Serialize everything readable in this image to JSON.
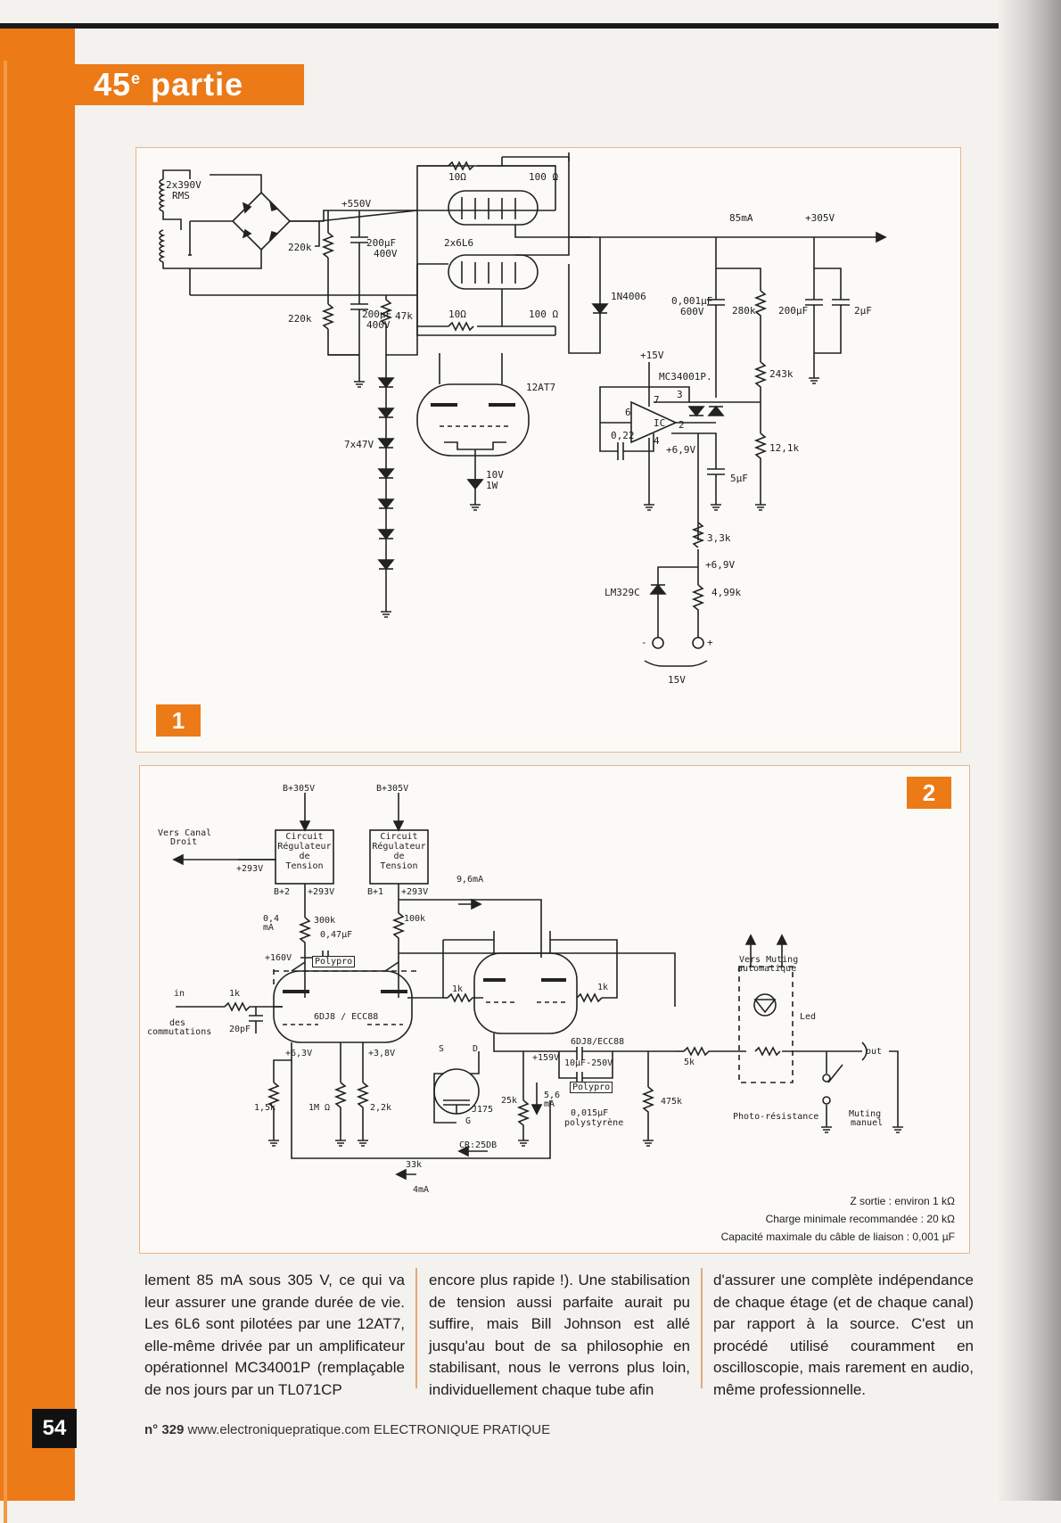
{
  "header": {
    "part_number": "45",
    "part_suffix": "e",
    "part_word": "partie"
  },
  "figure1": {
    "number": "1",
    "labels": {
      "transformer": "2x390V",
      "transformer_rms": "RMS",
      "b550": "+550V",
      "r220a": "220k",
      "r220b": "220k",
      "c200a": "200µF",
      "c200a_v": "400V",
      "c200b": "200µF",
      "c200b_v": "400V",
      "r47k": "47k",
      "tubes": "2x6L6",
      "r10a": "10Ω",
      "r100a": "100 Ω",
      "r10b": "10Ω",
      "r100b": "100 Ω",
      "current": "85mA",
      "b305": "+305V",
      "diode": "1N4006",
      "c001": "0,001µF",
      "c001_v": "600V",
      "r280k": "280k",
      "c200c": "200µF",
      "c2u": "2µF",
      "p15v": "+15V",
      "ic_name": "MC34001P.",
      "ic": "IC",
      "pin7": "7",
      "pin3": "3",
      "pin6": "6",
      "pin2": "2",
      "pin4": "4",
      "r243k": "243k",
      "tube12": "12AT7",
      "zener": "7x47V",
      "c022": "0,22",
      "p69a": "+6,9V",
      "c5u": "5µF",
      "r121k": "12,1k",
      "z10v": "10V",
      "z10v_w": "1W",
      "r33k": "3,3k",
      "p69b": "+6,9V",
      "ref": "LM329C",
      "r499k": "4,99k",
      "minus": "-",
      "plus": "+",
      "supply15": "15V"
    }
  },
  "figure2": {
    "number": "2",
    "labels": {
      "bplus1": "B+305V",
      "bplus2": "B+305V",
      "reg_line1": "Circuit",
      "reg_line2": "Régulateur",
      "reg_line3": "de",
      "reg_line4": "Tension",
      "vers_canal1": "Vers Canal",
      "vers_canal2": "Droit",
      "v293a": "+293V",
      "b2": "B+2",
      "v293b": "+293V",
      "b1": "B+1",
      "v293c": "+293V",
      "i96": "9,6mA",
      "i04a": "0,4",
      "i04b": "mA",
      "r300k": "300k",
      "c047": "0,47µF",
      "polypro1": "Polypro",
      "r100k": "100k",
      "v160": "+160V",
      "in": "in",
      "r1ka": "1k",
      "des1": "des",
      "des2": "commutations",
      "c20p": "20pF",
      "tube1": "6DJ8 / ECC88",
      "r1kb": "1k",
      "r1kc": "1k",
      "tube2": "6DJ8/ECC88",
      "v63": "+6,3V",
      "v38": "+3,8V",
      "pin_s": "S",
      "pin_d": "D",
      "pin_g": "G",
      "jfet": "J175",
      "v159": "+159V",
      "c10u": "10µF-250V",
      "polypro2": "Polypro",
      "c0015": "0,015µF",
      "polystyrene": "polystyrène",
      "r5k": "5k",
      "r475k": "475k",
      "r15k": "1,5k",
      "r1m": "1M Ω",
      "r22k": "2,2k",
      "r25k": "25k",
      "i56a": "5,6",
      "i56b": "mA",
      "r33k": "33k",
      "cr": "CR:25DB",
      "i4": "4mA",
      "muting1": "Vers Muting",
      "muting2": "automatique",
      "led": "Led",
      "photo": "Photo-résistance",
      "out": "out",
      "manual1": "Muting",
      "manual2": "manuel"
    },
    "notes": {
      "zout": "Z sortie : environ 1 kΩ",
      "charge": "Charge minimale recommandée : 20 kΩ",
      "cable": "Capacité maximale du câble de liaison : 0,001 µF"
    }
  },
  "article": {
    "col1": "lement 85 mA sous 305 V, ce qui va leur assurer une grande durée de vie. Les 6L6 sont pilotées par une 12AT7, elle-même drivée par un amplificateur opérationnel MC34001P (remplaçable de nos jours par un TL071CP",
    "col2": "encore plus rapide !). Une stabilisation de tension aussi parfaite aurait pu suffire, mais Bill Johnson est allé jusqu'au bout de sa philosophie en stabilisant, nous le verrons plus loin, individuellement chaque tube afin",
    "col3": "d'assurer une complète indépendance de chaque étage (et de chaque canal) par rapport à la source. C'est un procédé utilisé couramment en oscilloscopie, mais rarement en audio, même professionnelle."
  },
  "footer": {
    "page": "54",
    "issue_prefix": "n°",
    "issue": "329",
    "site": "www.electroniquepratique.com",
    "magazine": "ELECTRONIQUE PRATIQUE"
  }
}
